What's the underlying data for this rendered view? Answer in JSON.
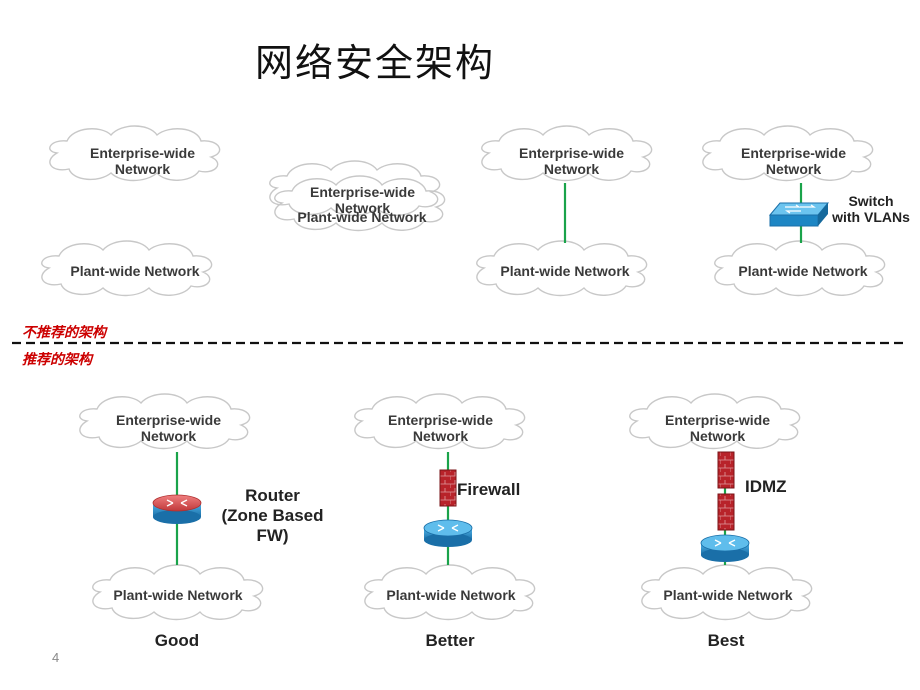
{
  "slide": {
    "title": "网络安全架构",
    "page_number": "4"
  },
  "labels": {
    "enterprise": "Enterprise-wide\nNetwork",
    "plant": "Plant-wide Network",
    "merged_enterprise": "Enterprise-wide\nNetwork",
    "merged_plant": "Plant-wide Network"
  },
  "divider": {
    "not_recommended": "不推荐的架构",
    "recommended": "推荐的架构"
  },
  "devices": {
    "switch": "Switch\nwith VLANs",
    "router": "Router\n(Zone Based\nFW)",
    "firewall": "Firewall",
    "idmz": "IDMZ"
  },
  "ratings": {
    "good": "Good",
    "better": "Better",
    "best": "Best"
  },
  "colors": {
    "link": "#1aa34a",
    "divider": "#111111",
    "note": "#cc0000",
    "firewall": "#b8232a",
    "router_blue": "#1d86c4",
    "router_red": "#d9534f"
  }
}
